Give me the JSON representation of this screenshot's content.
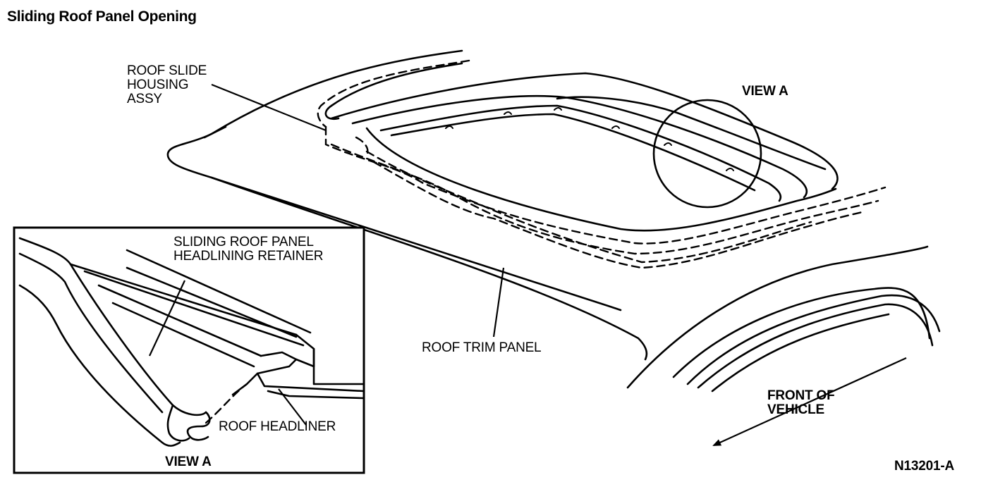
{
  "title": "Sliding Roof Panel Opening",
  "labels": {
    "roof_slide_housing": [
      "ROOF SLIDE",
      "HOUSING",
      "ASSY"
    ],
    "view_a_callout": "VIEW A",
    "roof_trim_panel": "ROOF TRIM PANEL",
    "front_of_vehicle": [
      "FRONT OF",
      "VEHICLE"
    ],
    "figure_id": "N13201-A"
  },
  "inset": {
    "retainer_label": [
      "SLIDING ROOF PANEL",
      "HEADLINING RETAINER"
    ],
    "headliner_label": "ROOF HEADLINER",
    "view_label": "VIEW A"
  }
}
